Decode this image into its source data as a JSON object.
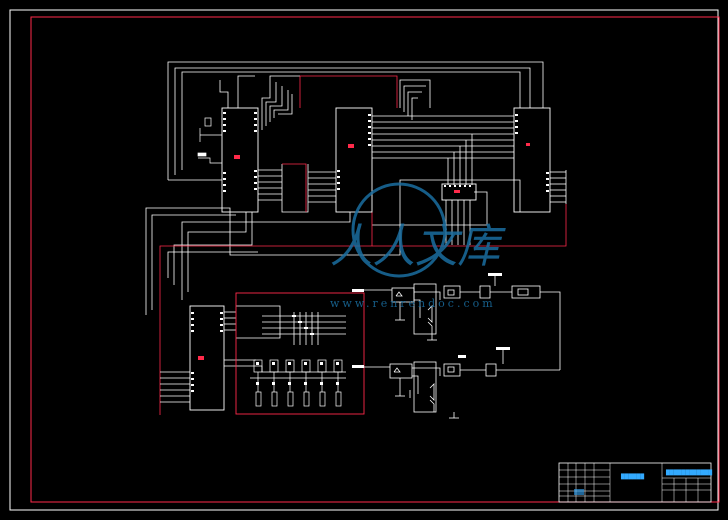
{
  "colors": {
    "background": "#000000",
    "wire": "#ffffff",
    "border": "#ff2a4a",
    "watermark": "#1a6ea0",
    "title_block_text": "#33aaff"
  },
  "watermark": {
    "chars": "人人文库",
    "url": "www.renrendoc.com"
  },
  "title_block": {
    "drawing_name": "██████",
    "school": "████████████"
  },
  "components": {
    "chip_count": 5,
    "optocoupler_count": 2,
    "transistor_count": 4,
    "relay_count": 1
  }
}
